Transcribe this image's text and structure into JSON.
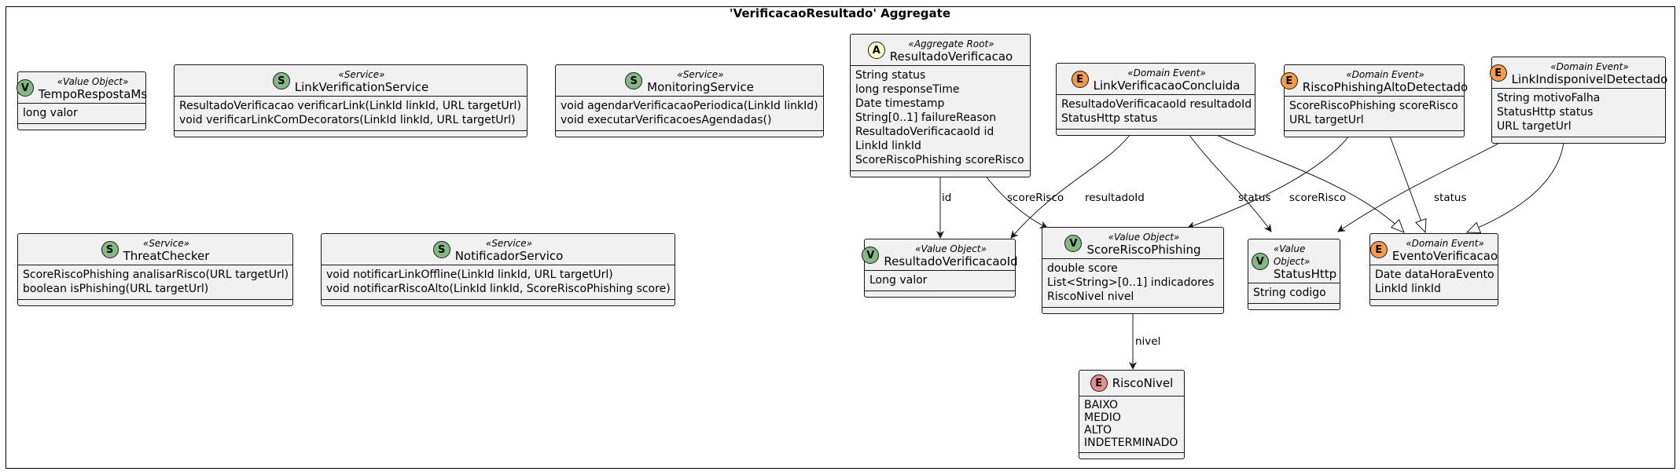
{
  "aggregate": {
    "title": "'VerificacaoResultado' Aggregate"
  },
  "classes": {
    "tempo": {
      "badge": "V",
      "stereotype": "«Value Object»",
      "name": "TempoRespostaMs",
      "attrs": [
        "long valor"
      ]
    },
    "linkVerificationService": {
      "badge": "S",
      "stereotype": "«Service»",
      "name": "LinkVerificationService",
      "attrs": [
        "ResultadoVerificacao verificarLink(LinkId linkId, URL targetUrl)",
        "void verificarLinkComDecorators(LinkId linkId, URL targetUrl)"
      ]
    },
    "monitoringService": {
      "badge": "S",
      "stereotype": "«Service»",
      "name": "MonitoringService",
      "attrs": [
        "void agendarVerificacaoPeriodica(LinkId linkId)",
        "void executarVerificacoesAgendadas()"
      ]
    },
    "resultadoVerificacao": {
      "badge": "A",
      "stereotype": "«Aggregate Root»",
      "name": "ResultadoVerificacao",
      "attrs": [
        "String status",
        "long responseTime",
        "Date timestamp",
        "String[0..1] failureReason",
        "ResultadoVerificacaoId id",
        "LinkId linkId",
        "ScoreRiscoPhishing scoreRisco"
      ]
    },
    "linkVerificacaoConcluida": {
      "badge": "E",
      "stereotype": "«Domain Event»",
      "name": "LinkVerificacaoConcluida",
      "attrs": [
        "ResultadoVerificacaoId resultadoId",
        "StatusHttp status"
      ]
    },
    "riscoPhishingAltoDetectado": {
      "badge": "E",
      "stereotype": "«Domain Event»",
      "name": "RiscoPhishingAltoDetectado",
      "attrs": [
        "ScoreRiscoPhishing scoreRisco",
        "URL targetUrl"
      ]
    },
    "linkIndisponivelDetectado": {
      "badge": "E",
      "stereotype": "«Domain Event»",
      "name": "LinkIndisponivelDetectado",
      "attrs": [
        "String motivoFalha",
        "StatusHttp status",
        "URL targetUrl"
      ]
    },
    "threatChecker": {
      "badge": "S",
      "stereotype": "«Service»",
      "name": "ThreatChecker",
      "attrs": [
        "ScoreRiscoPhishing analisarRisco(URL targetUrl)",
        "boolean isPhishing(URL targetUrl)"
      ]
    },
    "notificadorServico": {
      "badge": "S",
      "stereotype": "«Service»",
      "name": "NotificadorServico",
      "attrs": [
        "void notificarLinkOffline(LinkId linkId, URL targetUrl)",
        "void notificarRiscoAlto(LinkId linkId, ScoreRiscoPhishing score)"
      ]
    },
    "resultadoVerificacaoId": {
      "badge": "V",
      "stereotype": "«Value Object»",
      "name": "ResultadoVerificacaoId",
      "attrs": [
        "Long valor"
      ]
    },
    "scoreRiscoPhishing": {
      "badge": "V",
      "stereotype": "«Value Object»",
      "name": "ScoreRiscoPhishing",
      "attrs": [
        "double score",
        "List<String>[0..1] indicadores",
        "RiscoNivel nivel"
      ]
    },
    "statusHttp": {
      "badge": "V",
      "stereotype": "«Value Object»",
      "name": "StatusHttp",
      "attrs": [
        "String codigo"
      ]
    },
    "eventoVerificacao": {
      "badge": "E",
      "stereotype": "«Domain Event»",
      "name": "EventoVerificacao",
      "attrs": [
        "Date dataHoraEvento",
        "LinkId linkId"
      ]
    },
    "riscoNivel": {
      "badge": "E",
      "stereotype": "",
      "name": "RiscoNivel",
      "values": [
        "BAIXO",
        "MEDIO",
        "ALTO",
        "INDETERMINADO"
      ]
    }
  },
  "edges": {
    "id": "id",
    "scoreRisco1": "scoreRisco",
    "resultadoId": "resultadoId",
    "status1": "status",
    "scoreRisco2": "scoreRisco",
    "status2": "status",
    "nivel": "nivel"
  },
  "colors": {
    "valueObject": "#86b886",
    "service": "#86b886",
    "aggregateRoot": "#ffffc8",
    "domainEvent": "#f39c4a",
    "enum": "#e58d8d",
    "classFill": "#f1f1f1"
  }
}
